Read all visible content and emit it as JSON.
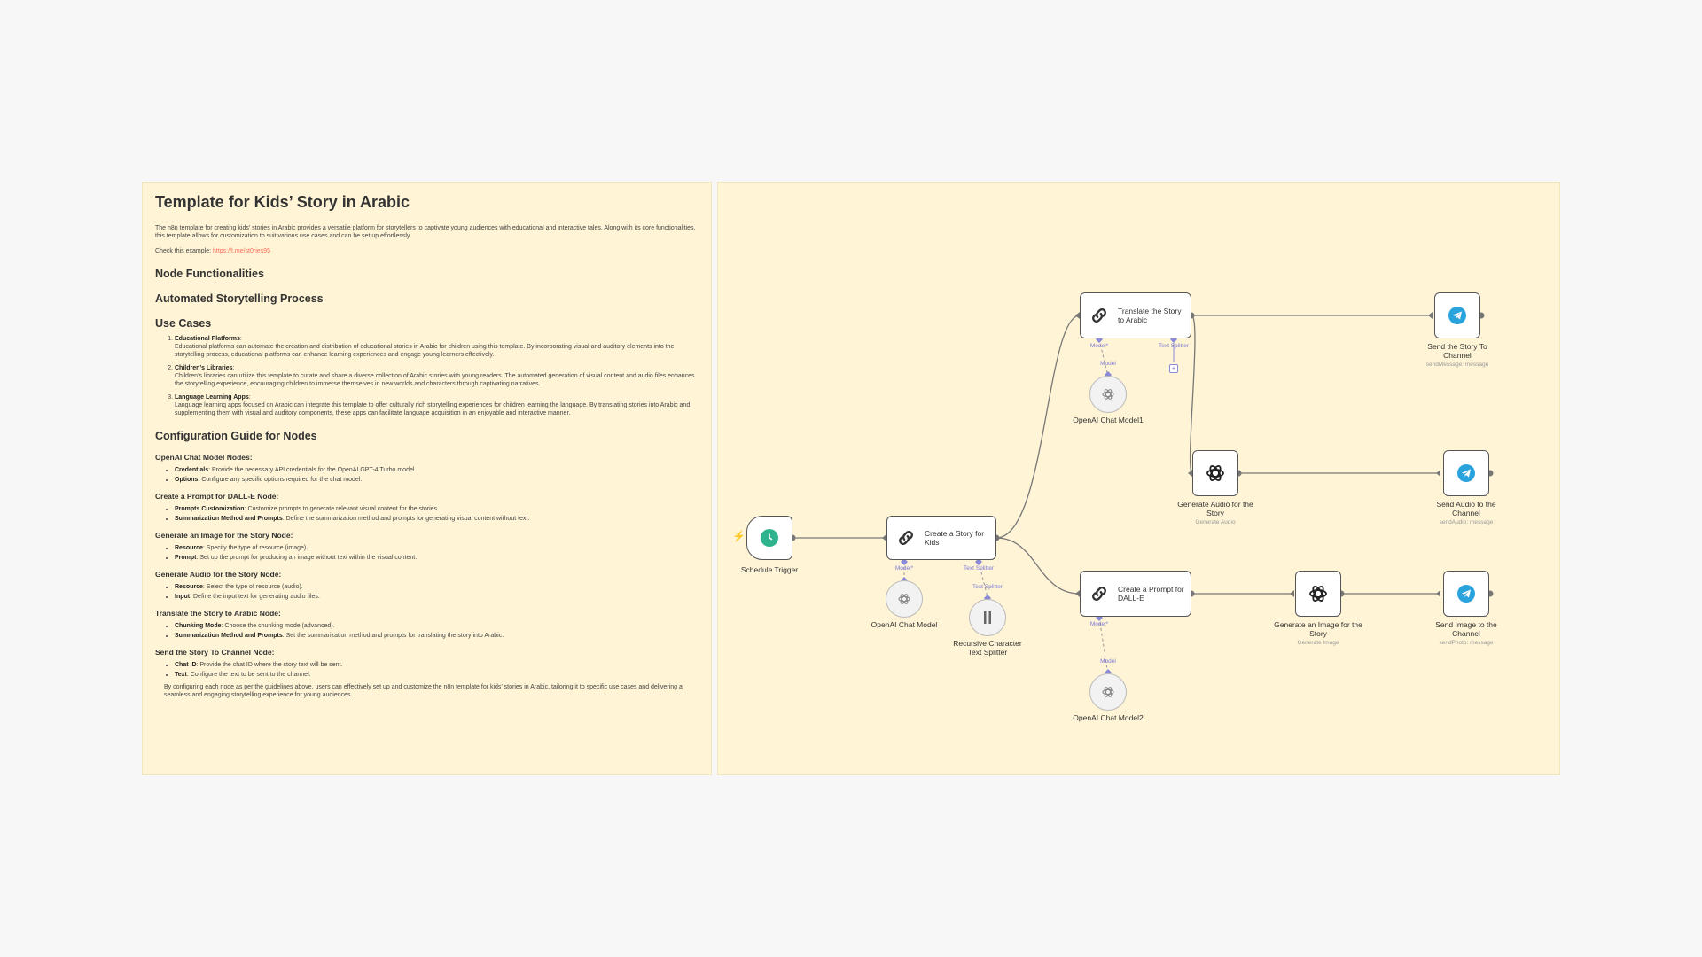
{
  "note": {
    "title": "Template for Kids’ Story in Arabic",
    "intro": "The n8n template for creating kids’ stories in Arabic provides a versatile platform for storytellers to captivate young audiences with educational and interactive tales. Along with its core functionalities, this template allows for customization to suit various use cases and can be set up effortlessly.",
    "example_label": "Check this example: ",
    "example_link": "https://t.me/st0ries95",
    "h_functionalities": "Node Functionalities",
    "h_process": "Automated Storytelling Process",
    "h_usecases": "Use Cases",
    "use_cases": [
      {
        "title": "Educational Platforms",
        "text": "Educational platforms can automate the creation and distribution of educational stories in Arabic for children using this template. By incorporating visual and auditory elements into the storytelling process, educational platforms can enhance learning experiences and engage young learners effectively."
      },
      {
        "title": "Children’s Libraries",
        "text": "Children’s libraries can utilize this template to curate and share a diverse collection of Arabic stories with young readers. The automated generation of visual content and audio files enhances the storytelling experience, encouraging children to immerse themselves in new worlds and characters through captivating narratives."
      },
      {
        "title": "Language Learning Apps",
        "text": "Language learning apps focused on Arabic can integrate this template to offer culturally rich storytelling experiences for children learning the language. By translating stories into Arabic and supplementing them with visual and auditory components, these apps can facilitate language acquisition in an enjoyable and interactive manner."
      }
    ],
    "h_config": "Configuration Guide for Nodes",
    "config": [
      {
        "title": "OpenAI Chat Model Nodes:",
        "items": [
          {
            "k": "Credentials",
            "v": ": Provide the necessary API credentials for the OpenAI GPT-4 Turbo model."
          },
          {
            "k": "Options",
            "v": ": Configure any specific options required for the chat model."
          }
        ]
      },
      {
        "title": "Create a Prompt for DALL-E Node:",
        "items": [
          {
            "k": "Prompts Customization",
            "v": ": Customize prompts to generate relevant visual content for the stories."
          },
          {
            "k": "Summarization Method and Prompts",
            "v": ": Define the summarization method and prompts for generating visual content without text."
          }
        ]
      },
      {
        "title": "Generate an Image for the Story Node:",
        "items": [
          {
            "k": "Resource",
            "v": ": Specify the type of resource (image)."
          },
          {
            "k": "Prompt",
            "v": ": Set up the prompt for producing an image without text within the visual content."
          }
        ]
      },
      {
        "title": "Generate Audio for the Story Node:",
        "items": [
          {
            "k": "Resource",
            "v": ": Select the type of resource (audio)."
          },
          {
            "k": "Input",
            "v": ": Define the input text for generating audio files."
          }
        ]
      },
      {
        "title": "Translate the Story to Arabic Node:",
        "items": [
          {
            "k": "Chunking Mode",
            "v": ": Choose the chunking mode (advanced)."
          },
          {
            "k": "Summarization Method and Prompts",
            "v": ": Set the summarization method and prompts for translating the story into Arabic."
          }
        ]
      },
      {
        "title": "Send the Story To Channel Node:",
        "items": [
          {
            "k": "Chat ID",
            "v": ": Provide the chat ID where the story text will be sent."
          },
          {
            "k": "Text",
            "v": ": Configure the text to be sent to the channel."
          }
        ]
      }
    ],
    "closing": "By configuring each node as per the guidelines above, users can effectively set up and customize the n8n template for kids’ stories in Arabic, tailoring it to specific use cases and delivering a seamless and engaging storytelling experience for young audiences."
  },
  "workflow": {
    "nodes": {
      "schedule_trigger": {
        "label": "Schedule Trigger",
        "icon": "clock-icon"
      },
      "create_story": {
        "title": "Create a Story for Kids",
        "icon": "chain-icon",
        "port_model": "Model*",
        "port_splitter": "Text Splitter"
      },
      "chat_model": {
        "label": "OpenAI Chat Model",
        "icon": "openai-icon"
      },
      "splitter": {
        "label": "Recursive Character Text Splitter",
        "icon": "splitter-icon",
        "port": "Text Splitter"
      },
      "translate": {
        "title": "Translate the Story to Arabic",
        "icon": "chain-icon",
        "port_model": "Model*",
        "port_splitter": "Text Splitter"
      },
      "chat_model1": {
        "label": "OpenAI Chat Model1",
        "icon": "openai-icon",
        "port": "Model"
      },
      "send_story": {
        "label": "Send the Story To Channel",
        "sub": "sendMessage: message",
        "icon": "telegram-icon"
      },
      "gen_audio": {
        "label": "Generate Audio for the Story",
        "sub": "Generate Audio",
        "icon": "openai-icon"
      },
      "send_audio": {
        "label": "Send Audio to the Channel",
        "sub": "sendAudio: message",
        "icon": "telegram-icon"
      },
      "create_prompt": {
        "title": "Create a Prompt for DALL-E",
        "icon": "chain-icon",
        "port_model": "Model*"
      },
      "chat_model2": {
        "label": "OpenAI Chat Model2",
        "icon": "openai-icon",
        "port": "Model"
      },
      "gen_image": {
        "label": "Generate an Image for the Story",
        "sub": "Generate Image",
        "icon": "openai-icon"
      },
      "send_image": {
        "label": "Send Image to the Channel",
        "sub": "sendPhoto: message",
        "icon": "telegram-icon"
      }
    },
    "colors": {
      "canvas": "#fff4d6",
      "edge": "#777777",
      "accent": "#ff6d5a",
      "telegram": "#2aa3dc",
      "trigger": "#2fb38f",
      "port_label": "#7b7bd8"
    }
  }
}
